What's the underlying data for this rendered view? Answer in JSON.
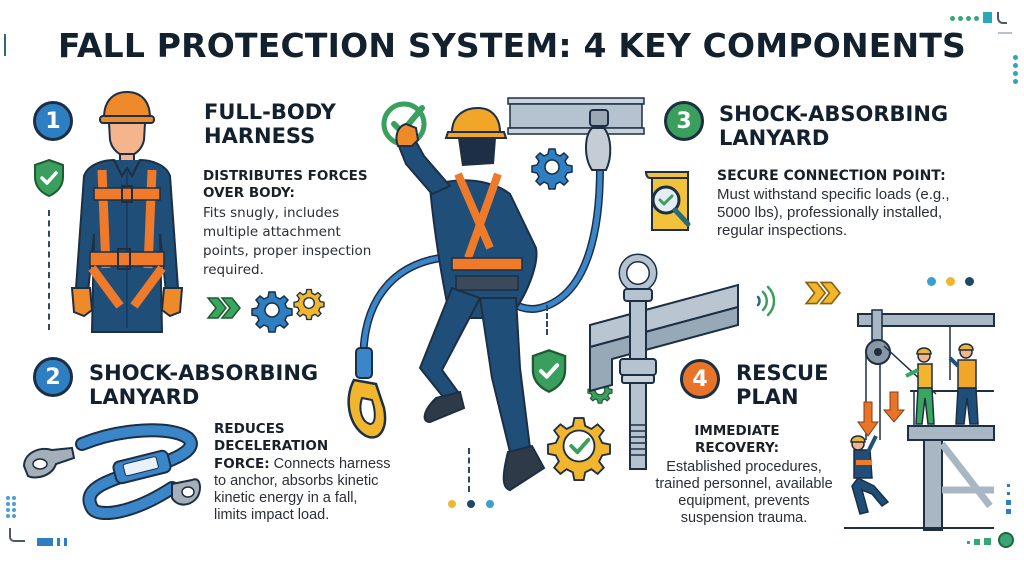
{
  "title": "FALL PROTECTION SYSTEM: 4 KEY COMPONENTS",
  "colors": {
    "navy": "#1c3a5c",
    "blue": "#2e7fc1",
    "green": "#3a9e5c",
    "orange": "#e8742a",
    "yellow": "#f1b52e",
    "teal": "#2aa8b8",
    "steel": "#a9b7c4",
    "text_dark": "#13202e"
  },
  "components": [
    {
      "number": "1",
      "badge_color": "#2e7fc1",
      "heading_line1": "FULL-BODY",
      "heading_line2": "HARNESS",
      "subheading_line1": "DISTRIBUTES FORCES",
      "subheading_line2": "OVER BODY:",
      "body_lines": [
        "Fits snugly, includes",
        "multiple attachment",
        "points, proper inspection",
        "required."
      ]
    },
    {
      "number": "2",
      "badge_color": "#2e7fc1",
      "heading_line1": "SHOCK-ABSORBING",
      "heading_line2": "LANYARD",
      "subheading_line1": "REDUCES",
      "subheading_line2": "DECELERATION",
      "subheading_inline": "FORCE:",
      "body_inline": " Connects harness",
      "body_lines": [
        "to anchor, absorbs kinetic",
        "kinetic energy in a fall,",
        "limits impact load."
      ]
    },
    {
      "number": "3",
      "badge_color": "#3a9e5c",
      "heading_line1": "SHOCK-ABSORBING",
      "heading_line2": "LANYARD",
      "subheading_line1": "SECURE CONNECTION POINT:",
      "body_lines": [
        "Must withstand specific loads (e.g.,",
        "5000 lbs),  professionally installed,",
        "regular inspections."
      ]
    },
    {
      "number": "4",
      "badge_color": "#e8742a",
      "heading_line1": "RESCUE",
      "heading_line2": "PLAN",
      "subheading_line1": "IMMEDIATE",
      "subheading_line2": "RECOVERY:",
      "body_lines": [
        "Established procedures,",
        "trained personnel, available",
        "equipment, prevents",
        "suspension trauma."
      ]
    }
  ],
  "icons": [
    "shield-check-icon",
    "gear-icon",
    "chevron-double-right-icon",
    "checkmark-circle-icon",
    "document-magnifier-icon",
    "signal-waves-icon",
    "gear-check-icon",
    "pulley-icon",
    "arrow-down-icon"
  ]
}
